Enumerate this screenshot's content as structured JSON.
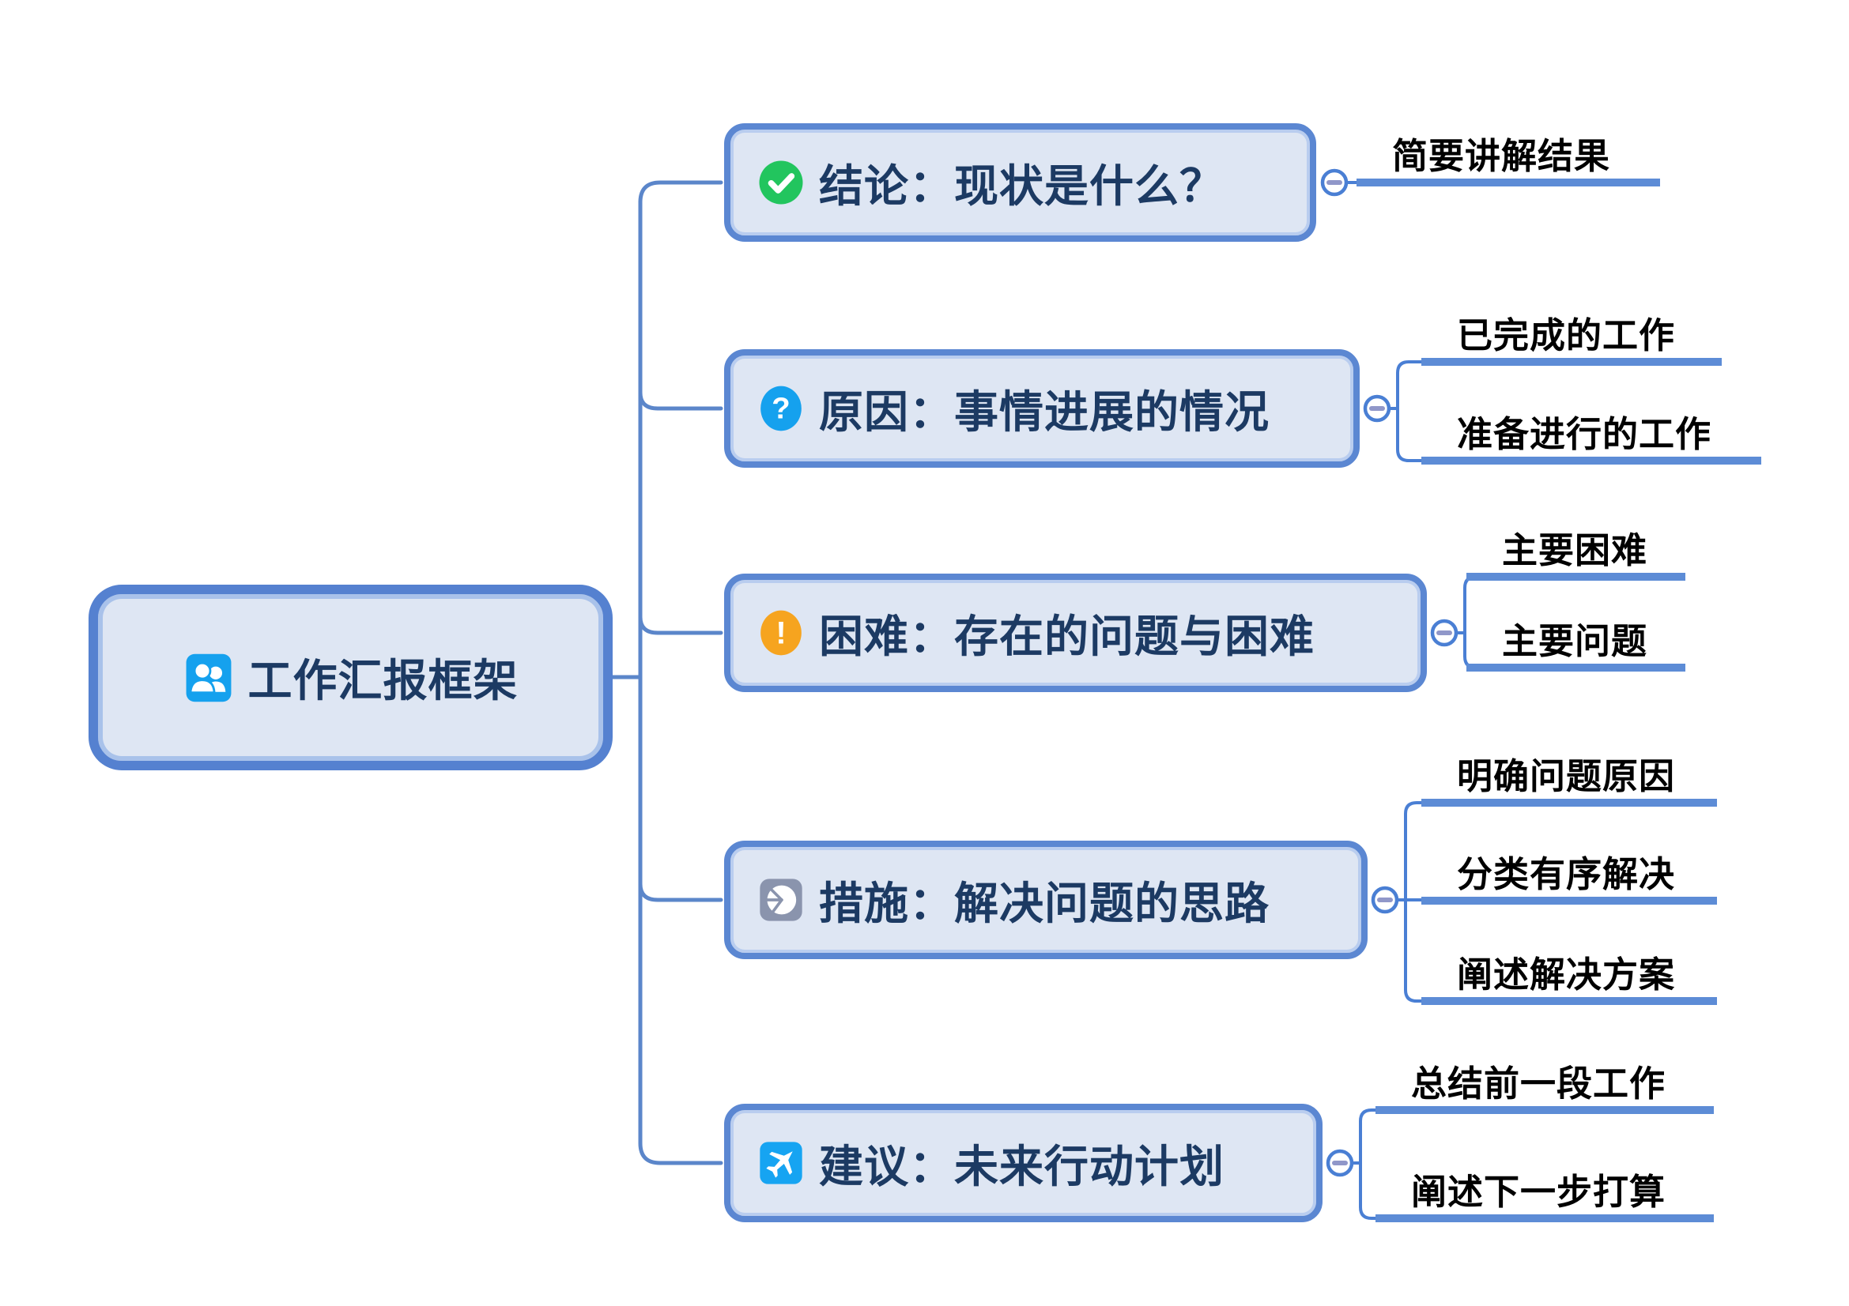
{
  "root": {
    "label": "工作汇报框架",
    "icon": "people-icon"
  },
  "branches": [
    {
      "label": "结论：现状是什么？",
      "icon": "check-icon",
      "children": [
        "简要讲解结果"
      ]
    },
    {
      "label": "原因：事情进展的情况",
      "icon": "question-icon",
      "children": [
        "已完成的工作",
        "准备进行的工作"
      ]
    },
    {
      "label": "困难：存在的问题与困难",
      "icon": "exclamation-icon",
      "children": [
        "主要困难",
        "主要问题"
      ]
    },
    {
      "label": "措施：解决问题的思路",
      "icon": "pie-chart-icon",
      "children": [
        "明确问题原因",
        "分类有序解决",
        "阐述解决方案"
      ]
    },
    {
      "label": "建议：未来行动计划",
      "icon": "airplane-icon",
      "children": [
        "总结前一段工作",
        "阐述下一步打算"
      ]
    }
  ],
  "icon_glyphs": {
    "question": "?",
    "exclamation": "!"
  },
  "collapse_button": {
    "state": "expanded",
    "glyph": "−"
  },
  "colors": {
    "node_border": "#5b87d2",
    "node_fill": "#dee6f3",
    "node_text": "#1c3a63",
    "leaf_text": "#000000",
    "connector": "#5b86ca",
    "underline": "#5d8cd6",
    "icon_green": "#22c55e",
    "icon_blue": "#15a1ee",
    "icon_orange": "#f6a41f",
    "icon_slate": "#8a94ad",
    "icon_cyan": "#16a4f2",
    "collapse_border": "#4a7fd4",
    "collapse_minus": "#9097c9"
  }
}
